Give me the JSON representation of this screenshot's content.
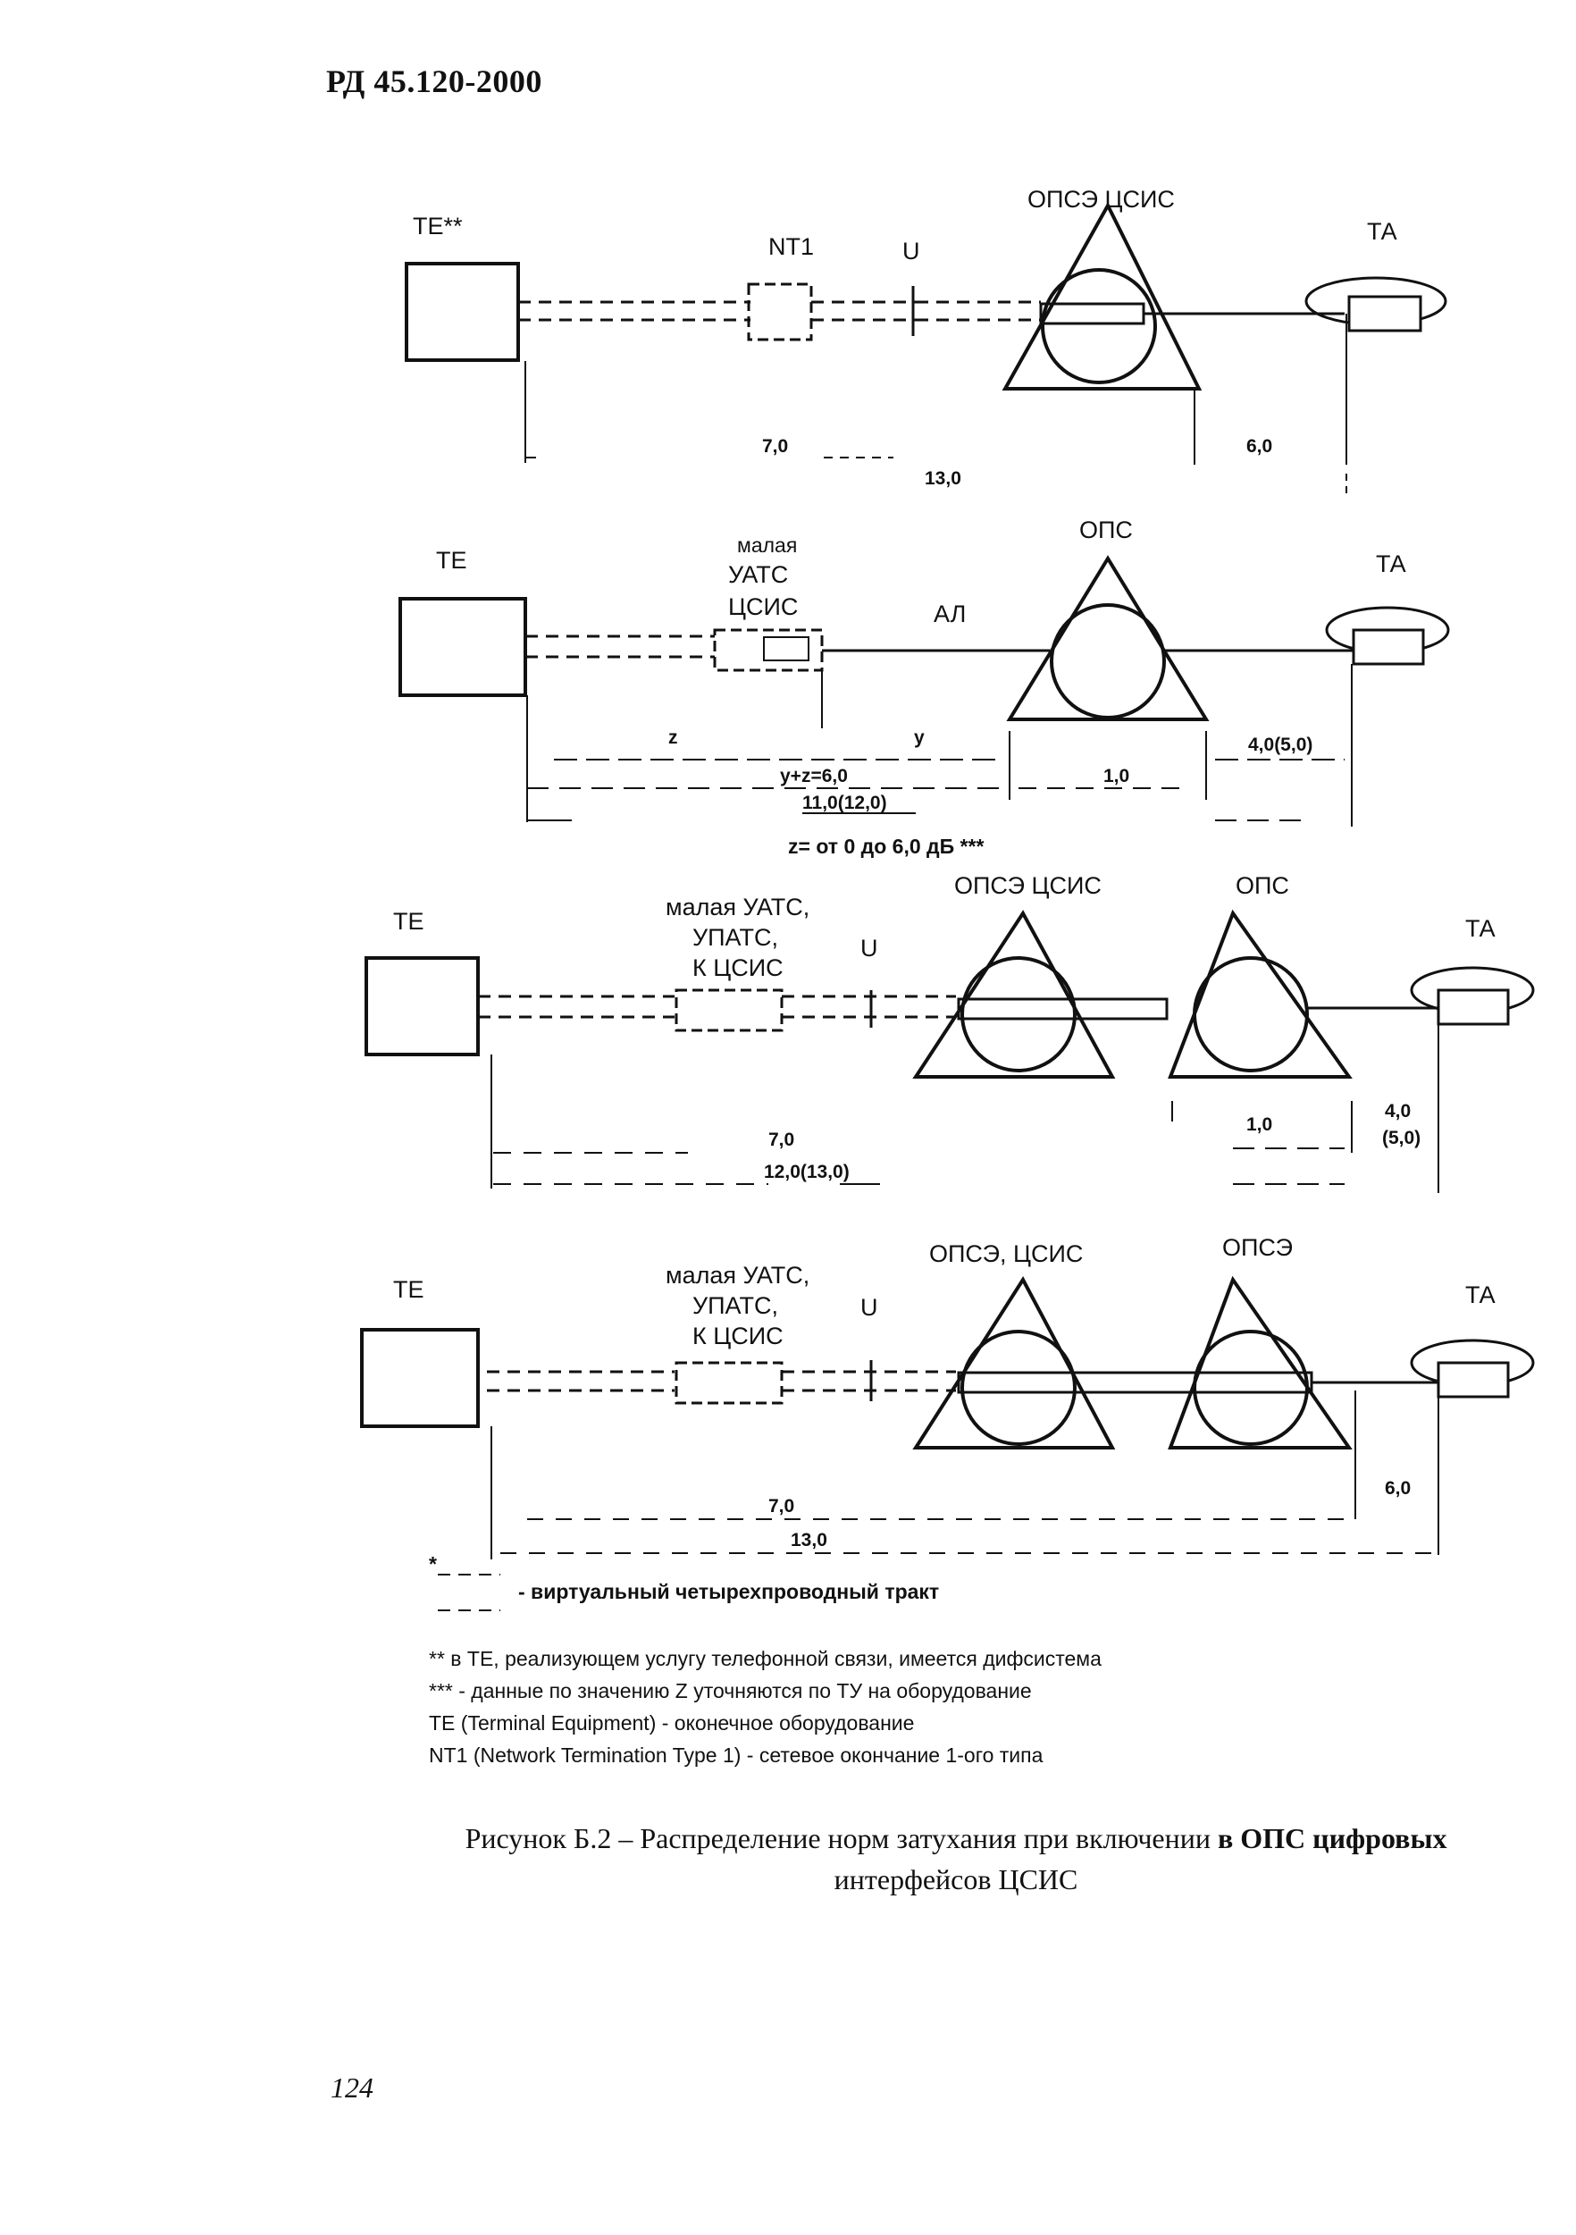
{
  "header": {
    "doc_id": "РД 45.120-2000"
  },
  "diagrams": [
    {
      "te_label": "TE**",
      "nt1_label": "NT1",
      "u_label": "U",
      "exchange_label": "ОПСЭ ЦСИС",
      "ta_label": "ТА",
      "values": [
        "7,0",
        "13,0",
        "6,0"
      ]
    },
    {
      "te_label": "ТЕ",
      "pbx_label_lines": [
        "малая",
        "УАТС",
        "ЦСИС"
      ],
      "line_label": "АЛ",
      "exchange_label": "ОПС",
      "ta_label": "ТА",
      "values": [
        "z",
        "y",
        "4,0(5,0)",
        "y+z=6,0",
        "1,0",
        "11,0(12,0)"
      ],
      "note": "z= от 0 до 6,0 дБ ***"
    },
    {
      "te_label": "ТЕ",
      "pbx_label_lines": [
        "малая УАТС,",
        "УПАТС,",
        "К ЦСИС"
      ],
      "u_label": "U",
      "exchange1_label": "ОПСЭ ЦСИС",
      "exchange2_label": "ОПС",
      "ta_label": "ТА",
      "values": [
        "7,0",
        "1,0",
        "4,0",
        "(5,0)",
        "12,0(13,0)"
      ]
    },
    {
      "te_label": "ТЕ",
      "pbx_label_lines": [
        "малая УАТС,",
        "УПАТС,",
        "К ЦСИС"
      ],
      "u_label": "U",
      "exchange1_label": "ОПСЭ, ЦСИС",
      "exchange2_label": "ОПСЭ",
      "ta_label": "ТА",
      "values": [
        "7,0",
        "6,0",
        "13,0"
      ]
    }
  ],
  "legend": {
    "star": "*",
    "text": "- виртуальный четырехпроводный тракт"
  },
  "notes": [
    "** в ТЕ, реализующем услугу телефонной связи, имеется дифсистема",
    "*** - данные по значению Z уточняются по ТУ на оборудование",
    "TE (Terminal Equipment) - оконечное оборудование",
    "NT1 (Network Termination Type 1) - сетевое окончание 1-ого типа"
  ],
  "caption": {
    "line1_regular": "Рисунок Б.2 – Распределение норм затухания при включении ",
    "line1_bold": "в ОПС цифровых",
    "line2": "интерфейсов ЦСИС"
  },
  "page_number": "124"
}
